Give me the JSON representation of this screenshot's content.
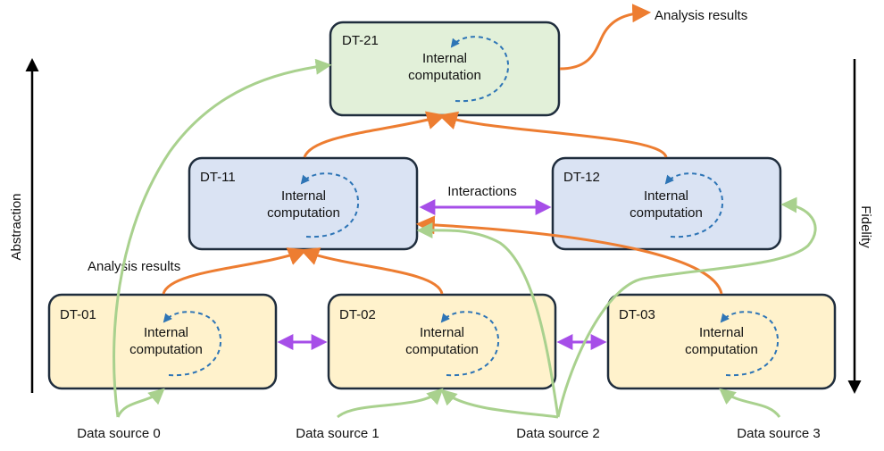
{
  "nodes": [
    {
      "id": "DT-21",
      "label": "DT-21",
      "comp1": "Internal",
      "comp2": "computation"
    },
    {
      "id": "DT-11",
      "label": "DT-11",
      "comp1": "Internal",
      "comp2": "computation"
    },
    {
      "id": "DT-12",
      "label": "DT-12",
      "comp1": "Internal",
      "comp2": "computation"
    },
    {
      "id": "DT-01",
      "label": "DT-01",
      "comp1": "Internal",
      "comp2": "computation"
    },
    {
      "id": "DT-02",
      "label": "DT-02",
      "comp1": "Internal",
      "comp2": "computation"
    },
    {
      "id": "DT-03",
      "label": "DT-03",
      "comp1": "Internal",
      "comp2": "computation"
    }
  ],
  "labels": {
    "analysis_top": "Analysis results",
    "analysis_left": "Analysis results",
    "interactions": "Interactions",
    "abstraction": "Abstraction",
    "fidelity": "Fidelity"
  },
  "sources": [
    "Data source 0",
    "Data source 1",
    "Data source 2",
    "Data source 3"
  ],
  "colors": {
    "green_fill": "#e2f0d9",
    "blue_fill": "#dae3f3",
    "yellow_fill": "#fff2cc",
    "box_stroke": "#1f2d3d",
    "orange": "#ed7d31",
    "purple": "#a64ee8",
    "green_line": "#a9d18e",
    "loop_blue": "#2e75b6"
  }
}
